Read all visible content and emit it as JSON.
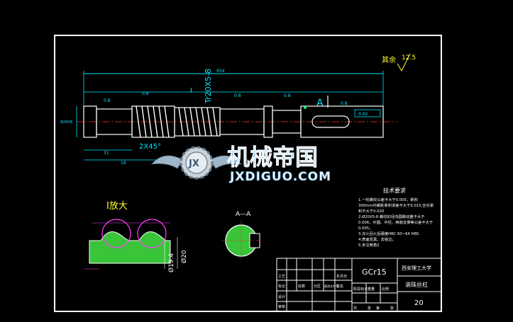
{
  "drawing": {
    "roughness_note": "其余",
    "roughness_value": "12.5",
    "total_length": "954",
    "thread_spec": "Tr20X5-8",
    "section_marker": "I",
    "section_a_label": "A",
    "chamfer": "2X45°",
    "dims": {
      "d1": "0.8",
      "d2": "0.8",
      "d3": "0.8",
      "d4": "0.8",
      "bottom1": "31",
      "bottom2": "16",
      "ld": "Φ20H6",
      "shaft_tol": "0.02"
    }
  },
  "details": {
    "enlarged_title": "I放大",
    "section_title": "A—A",
    "dim_194": "Ø19.4",
    "dim_20": "Ø20"
  },
  "watermark": {
    "logo_text": "机械帝国",
    "logo_sub": "JXDIGUO.COM",
    "emblem": "JX"
  },
  "tech_req": {
    "title": "技术要求",
    "lines": [
      "1.一轮螺纹公差不大于0.005，累积",
      "300mm内螺距累积误差不大于0.015,全长累",
      "积不大于0.020",
      "2.Ø20X5-8 螺纹的径向圆跳动量不大于",
      "0.006，外圆、中径、两端支撑等公差不大于",
      "0.005；",
      "3.淬火回火后硬度HRC 60~64 HBS",
      "4.表面发黑，去锐边；",
      "5.未注倒角2"
    ]
  },
  "title_block": {
    "material": "GCr15",
    "school": "西安理工大学",
    "part_name": "滚珠丝杠",
    "scale_label": "20",
    "row_labels": [
      "标记",
      "设计",
      "审核",
      "工艺"
    ],
    "header_labels": [
      "阶段标记",
      "重量",
      "比例"
    ],
    "small_cells": [
      "处数",
      "分区",
      "更改文件号",
      "签名",
      "年月日"
    ],
    "sheet_labels": [
      "共",
      "张",
      "第",
      "张"
    ]
  }
}
